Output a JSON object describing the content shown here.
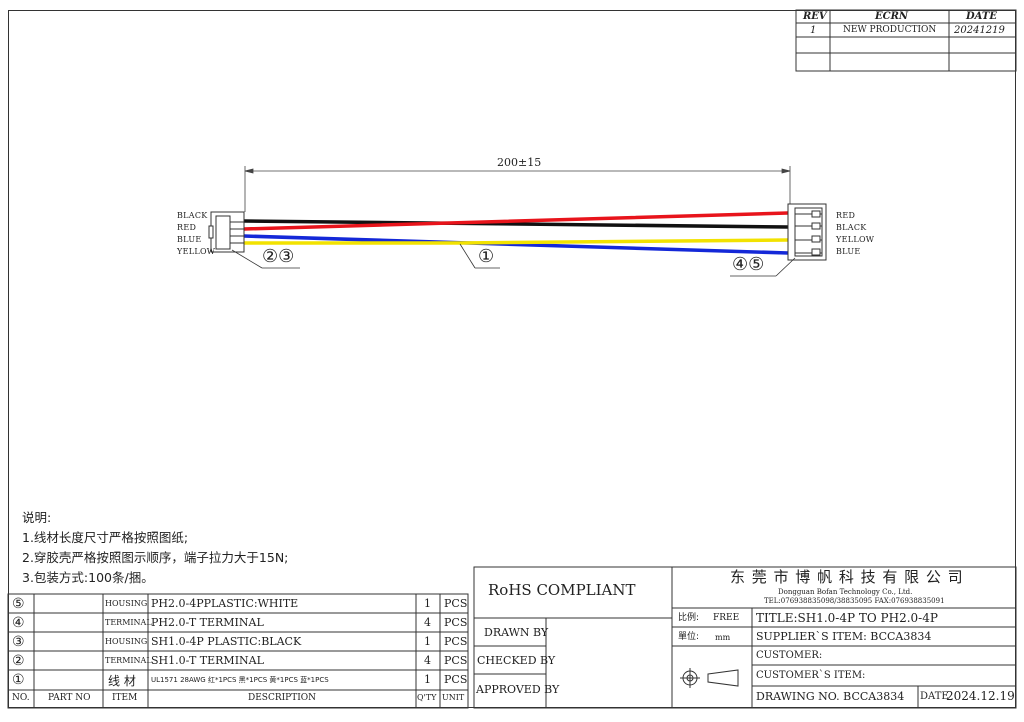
{
  "revision_table": {
    "headers": [
      "REV",
      "ECRN",
      "DATE"
    ],
    "row": [
      "1",
      "NEW PRODUCTION",
      "20241219"
    ]
  },
  "dimension": "200±15",
  "left_connector": {
    "wire_labels": [
      "BLACK",
      "RED",
      "BLUE",
      "YELLOW"
    ],
    "callout": "②③"
  },
  "right_connector": {
    "wire_labels": [
      "RED",
      "BLACK",
      "YELLOW",
      "BLUE"
    ],
    "callout": "④⑤"
  },
  "wire_callout": "①",
  "wire_colors": {
    "red": "#e8141b",
    "black": "#111111",
    "blue": "#1428d8",
    "yellow": "#f2e200"
  },
  "notes": [
    "说明:",
    "1.线材长度尺寸严格按照图纸;",
    "2.穿胶壳严格按照图示顺序，端子拉力大于15N;",
    "3.包装方式:100条/捆。"
  ],
  "bom": {
    "rows": [
      {
        "no": "⑤",
        "part_no": "",
        "item": "HOUSING",
        "description": "PH2.0-4PPLASTIC:WHITE",
        "qty": "1",
        "unit": "PCS"
      },
      {
        "no": "④",
        "part_no": "",
        "item": "TERMINAL",
        "description": "PH2.0-T TERMINAL",
        "qty": "4",
        "unit": "PCS"
      },
      {
        "no": "③",
        "part_no": "",
        "item": "HOUSING",
        "description": "SH1.0-4P PLASTIC:BLACK",
        "qty": "1",
        "unit": "PCS"
      },
      {
        "no": "②",
        "part_no": "",
        "item": "TERMINAL",
        "description": "SH1.0-T TERMINAL",
        "qty": "4",
        "unit": "PCS"
      },
      {
        "no": "①",
        "part_no": "",
        "item": "线 材",
        "description": "UL1571 28AWG 红*1PCS 黑*1PCS 黄*1PCS 蓝*1PCS",
        "qty": "1",
        "unit": "PCS"
      }
    ],
    "header": {
      "no": "NO.",
      "part_no": "PART NO",
      "item": "ITEM",
      "description": "DESCRIPTION",
      "qty": "Q'TY",
      "unit": "UNIT"
    }
  },
  "title_block": {
    "rohs": "RoHS COMPLIANT",
    "company_cn": "东 莞 市 博 帆 科 技 有 限 公 司",
    "company_en": "Dongguan Bofan Technology Co., Ltd.",
    "tel": "TEL:076938835098/38835095  FAX:076938835091",
    "scale_label": "比例:",
    "scale_value": "FREE",
    "unit_label": "單位:",
    "unit_value": "mm",
    "title": "TITLE:SH1.0-4P TO PH2.0-4P",
    "supplier_item": "SUPPLIER`S ITEM: BCCA3834",
    "customer": "CUSTOMER:",
    "customer_item": "CUSTOMER`S ITEM:",
    "drawing_no": "DRAWING NO. BCCA3834",
    "date_label": "DATE",
    "date_value": "2024.12.19",
    "drawn_by": "DRAWN BY",
    "checked_by": "CHECKED BY",
    "approved_by": "APPROVED BY"
  }
}
